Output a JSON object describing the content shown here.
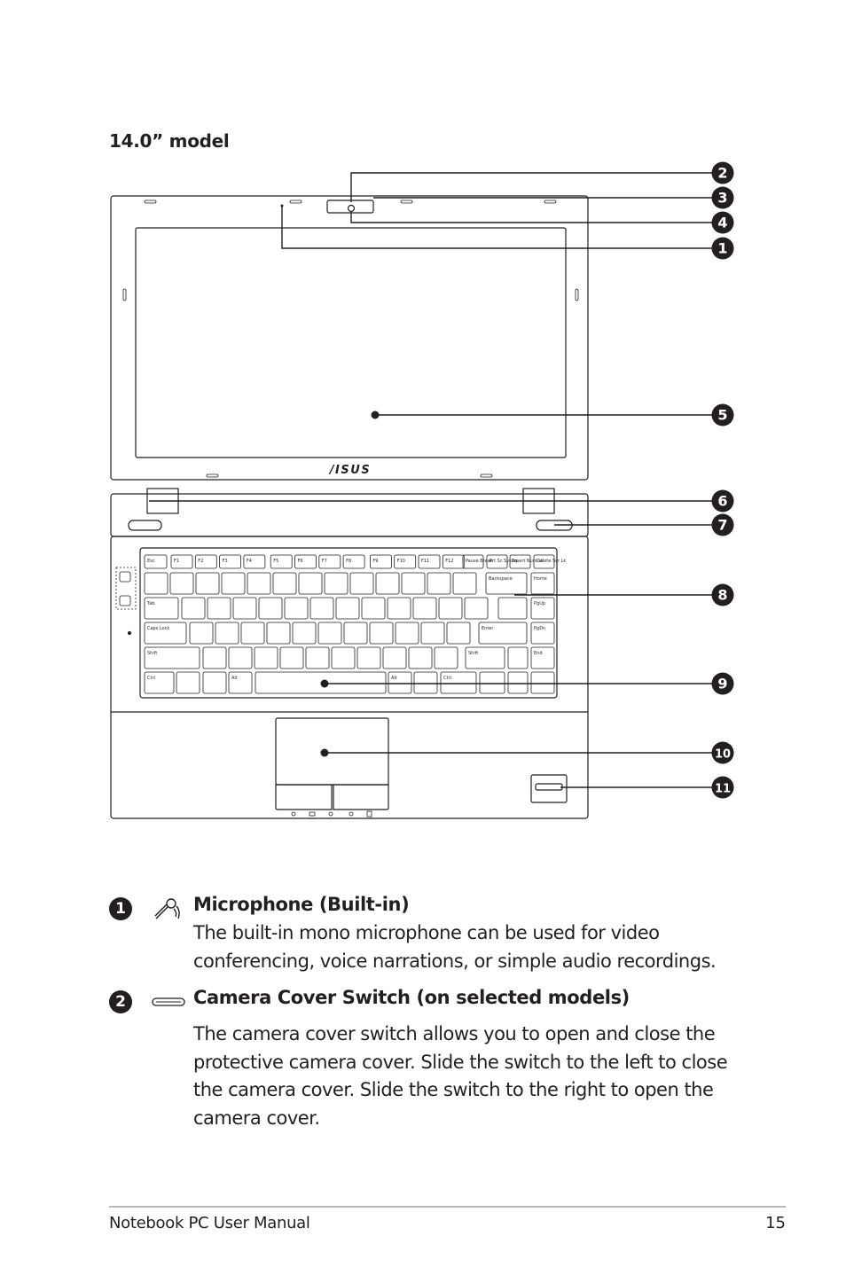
{
  "model_title": "14.0” model",
  "callouts": [
    "2",
    "3",
    "4",
    "1",
    "5",
    "6",
    "7",
    "8",
    "9",
    "10",
    "11"
  ],
  "laptop": {
    "brand": "/ISUS",
    "keys": {
      "esc": "Esc",
      "f1": "F1",
      "f2": "F2",
      "f3": "F3",
      "f4": "F4",
      "f5": "F5",
      "f6": "F6",
      "f7": "F7",
      "f8": "F8",
      "f9": "F9",
      "f10": "F10",
      "f11": "F11",
      "f12": "F12",
      "pause": "Pause Break",
      "prtsc": "Prt Sc SysRq",
      "insert": "Insert Num Lk",
      "delete": "Delete Scr Lk",
      "backspace": "Backspace",
      "home": "Home",
      "tab": "Tab",
      "pgup": "PgUp",
      "capslock": "Caps Lock",
      "enter": "Enter",
      "pgdn": "PgDn",
      "shift": "Shift",
      "end": "End",
      "ctrl": "Ctrl",
      "alt": "Alt"
    }
  },
  "entries": [
    {
      "num": "1",
      "icon": "microphone-icon",
      "title": "Microphone (Built-in)",
      "body": "The built-in mono microphone can be used for video conferencing, voice narrations, or simple audio recordings."
    },
    {
      "num": "2",
      "icon": "camera-switch-icon",
      "title": "Camera Cover Switch (on selected models)",
      "body": "The camera cover switch allows you to open and close the protective camera cover. Slide the switch to the left to close the camera cover. Slide the switch to the right to open the camera cover."
    }
  ],
  "footer": {
    "manual": "Notebook PC User Manual",
    "page": "15"
  }
}
